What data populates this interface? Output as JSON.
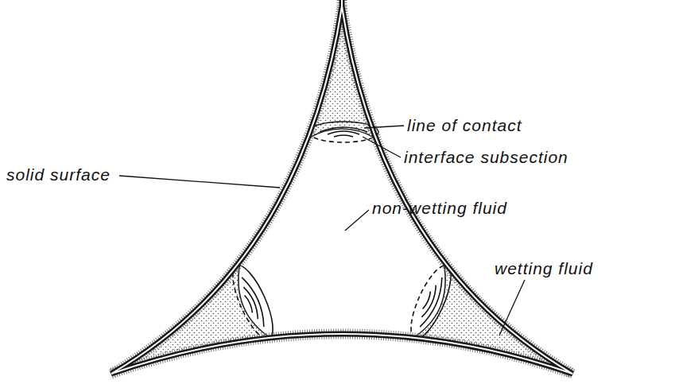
{
  "diagram": {
    "labels": [
      "line of contact",
      "interface subsection",
      "solid surface",
      "non-wetting fluid",
      "wetting fluid"
    ]
  }
}
